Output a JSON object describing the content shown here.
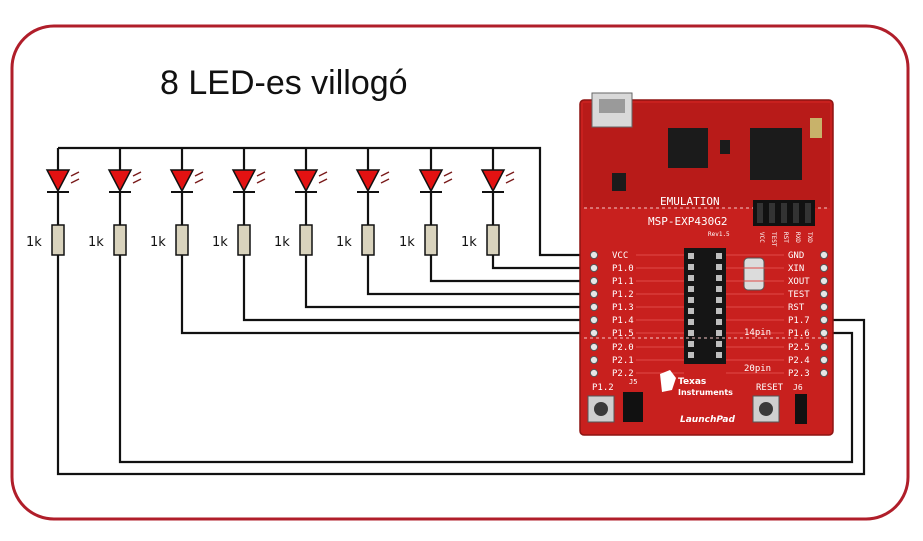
{
  "title": "8 LED-es villogó",
  "resistor_label": "1k",
  "board": {
    "emulation": "EMULATION",
    "model": "MSP-EXP430G2",
    "rev": "Rev1.5",
    "left_pins": [
      "VCC",
      "P1.0",
      "P1.1",
      "P1.2",
      "P1.3",
      "P1.4",
      "P1.5",
      "P2.0",
      "P2.1",
      "P2.2"
    ],
    "right_pins": [
      "GND",
      "XIN",
      "XOUT",
      "TEST",
      "RST",
      "P1.7",
      "P1.6",
      "P2.5",
      "P2.4",
      "P2.3"
    ],
    "pin14": "14pin",
    "pin20": "20pin",
    "button_left": "P1.2",
    "button_right": "RESET",
    "j5": "J5",
    "j6": "J6",
    "ti_line1": "Texas",
    "ti_line2": "Instruments",
    "launchpad": "LaunchPad",
    "jumper_labels": [
      "VCC",
      "TEST",
      "RST",
      "RXD",
      "TXD"
    ]
  },
  "colors": {
    "frame": "#b01e2a",
    "board": "#c8201e",
    "led": "#e31212",
    "resistor": "#d9d3bd",
    "wire": "#111111"
  }
}
